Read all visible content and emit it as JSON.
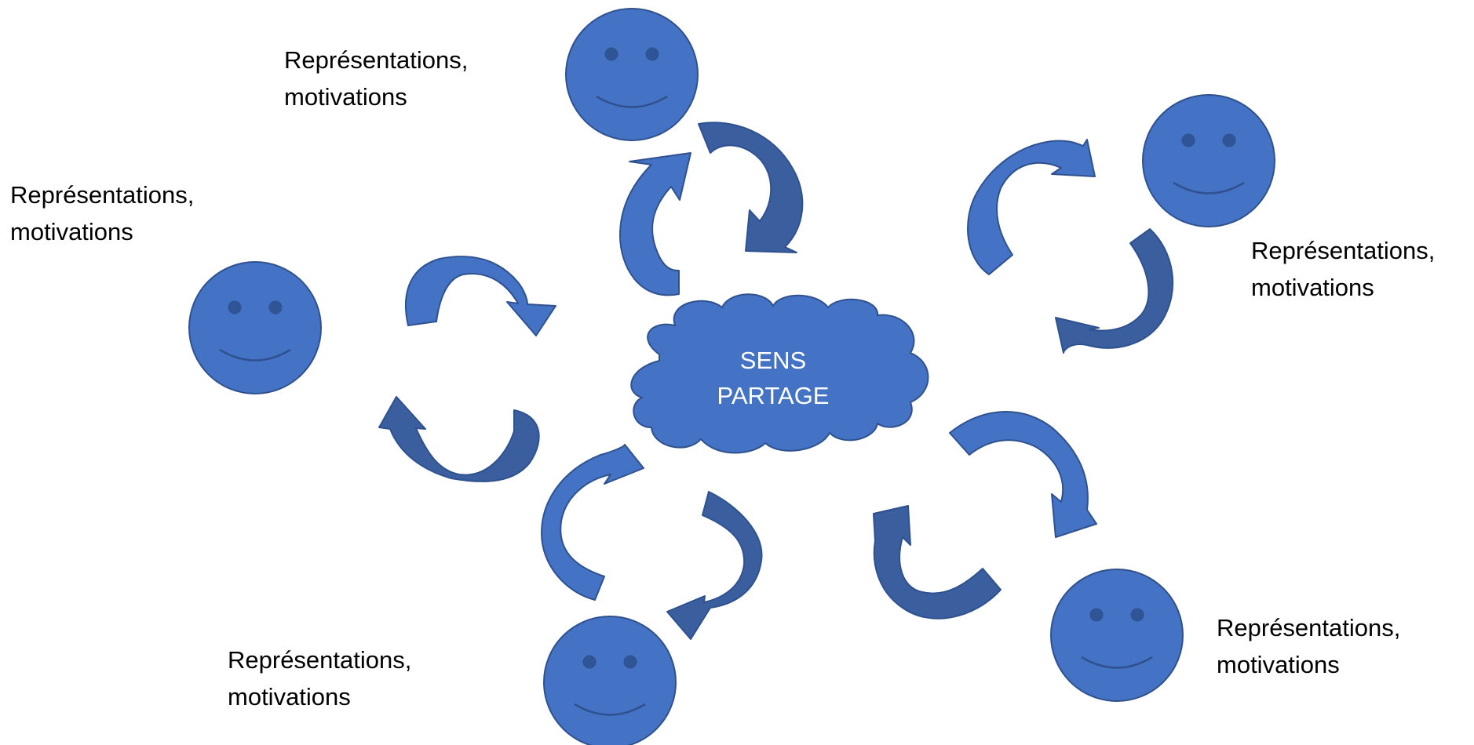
{
  "colors": {
    "fill": "#4472C4",
    "stroke": "#2F528F",
    "arrow_shade": "#3A5E9E",
    "eye": "#2F5597",
    "cloud_text": "#FFFFFF",
    "label_text": "#000000"
  },
  "center": {
    "shape": "cloud",
    "line1": "SENS",
    "line2": "PARTAGE"
  },
  "people": [
    {
      "id": "top",
      "icon": "smiley-face-icon",
      "line1": "Représentations,",
      "line2": "motivations"
    },
    {
      "id": "left",
      "icon": "smiley-face-icon",
      "line1": "Représentations,",
      "line2": "motivations"
    },
    {
      "id": "top-right",
      "icon": "smiley-face-icon",
      "line1": "Représentations,",
      "line2": "motivations"
    },
    {
      "id": "bottom-right",
      "icon": "smiley-face-icon",
      "line1": "Représentations,",
      "line2": "motivations"
    },
    {
      "id": "bottom",
      "icon": "smiley-face-icon",
      "line1": "Représentations,",
      "line2": "motivations"
    }
  ],
  "connectors": {
    "shape": "curved-arrow",
    "count": 10,
    "pairs_per_person": 2
  }
}
